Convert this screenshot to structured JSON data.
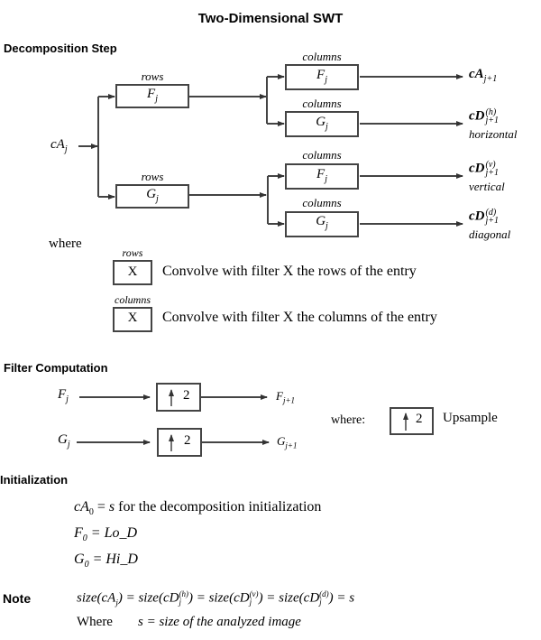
{
  "title": "Two-Dimensional SWT",
  "sections": {
    "decomposition": "Decomposition Step",
    "filter": "Filter Computation",
    "init": "Initialization",
    "note": "Note"
  },
  "decomposition": {
    "input": {
      "base": "cA",
      "sub": "j"
    },
    "level1": [
      {
        "label": "rows",
        "filter": "F",
        "sub": "j"
      },
      {
        "label": "rows",
        "filter": "G",
        "sub": "j"
      }
    ],
    "level2": [
      {
        "label": "columns",
        "filter": "F",
        "sub": "j",
        "out_base": "cA",
        "out_sub": "j+1",
        "out_sup": "",
        "out_desc": ""
      },
      {
        "label": "columns",
        "filter": "G",
        "sub": "j",
        "out_base": "cD",
        "out_sub": "j+1",
        "out_sup": "(h)",
        "out_desc": "horizontal"
      },
      {
        "label": "columns",
        "filter": "F",
        "sub": "j",
        "out_base": "cD",
        "out_sub": "j+1",
        "out_sup": "(v)",
        "out_desc": "vertical"
      },
      {
        "label": "columns",
        "filter": "G",
        "sub": "j",
        "out_base": "cD",
        "out_sub": "j+1",
        "out_sup": "(d)",
        "out_desc": "diagonal"
      }
    ],
    "where": "where",
    "legend": [
      {
        "label": "rows",
        "box": "X",
        "text": "Convolve with filter X the rows of the entry"
      },
      {
        "label": "columns",
        "box": "X",
        "text": "Convolve with filter X the columns of the entry"
      }
    ]
  },
  "filter": {
    "rows": [
      {
        "in_base": "F",
        "in_sub": "j",
        "box": "2",
        "out_base": "F",
        "out_sub": "j+1"
      },
      {
        "in_base": "G",
        "in_sub": "j",
        "box": "2",
        "out_base": "G",
        "out_sub": "j+1"
      }
    ],
    "where": "where:",
    "legend_box": "2",
    "legend_text": "Upsample"
  },
  "init": {
    "line1_lhs": "cA",
    "line1_sub": "0",
    "line1_eq": " = ",
    "line1_s": "s",
    "line1_rest": " for the decomposition initialization",
    "line2_lhs": "F",
    "line2_sub": "0",
    "line2_rhs": " = Lo_D",
    "line3_lhs": "G",
    "line3_sub": "0",
    "line3_rhs": " = Hi_D"
  },
  "note": {
    "eq_parts": [
      "size(cA",
      "j",
      ") = size(cD",
      "j",
      "(h)",
      ") = size(cD",
      "j",
      "(v)",
      ") = size(cD",
      "j",
      "(d)",
      ") = s"
    ],
    "where": "Where",
    "where_text": "s = size of the analyzed image"
  },
  "colors": {
    "line": "#444444"
  }
}
